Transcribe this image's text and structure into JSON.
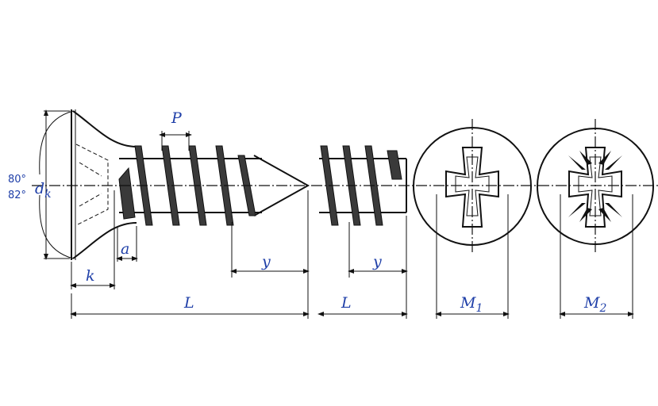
{
  "labels": {
    "pitch": "P",
    "head_diameter": "d",
    "head_diameter_sub": "k",
    "angle_1": "80°",
    "angle_2": "82°",
    "head_height": "k",
    "underhead": "a",
    "length_1": "L",
    "length_2": "L",
    "tip_1": "y",
    "tip_2": "y",
    "recess_1": "M",
    "recess_1_sub": "1",
    "recess_2": "M",
    "recess_2_sub": "2"
  },
  "colors": {
    "label": "#1f3fa8",
    "line": "#111111",
    "thread": "#3a3a3a"
  },
  "icons": {
    "recess_1": "phillips-cross-recess-icon",
    "recess_2": "pozidriv-cross-recess-icon"
  }
}
